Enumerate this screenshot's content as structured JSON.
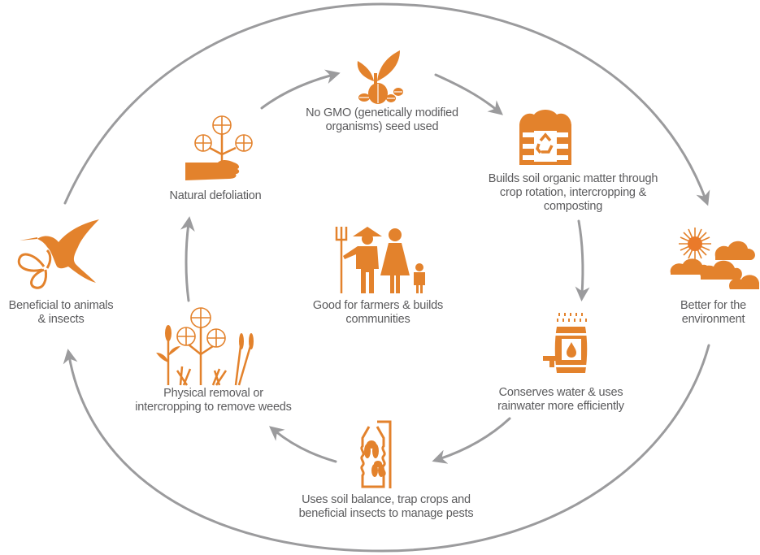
{
  "diagram": {
    "type": "cycle",
    "colors": {
      "icon": "#e3822c",
      "arrow": "#9b9b9d",
      "text": "#5b5b5d",
      "background": "#ffffff"
    },
    "outer_cycle": [
      {
        "id": "beneficial",
        "icon": "hummingbird-butterfly-icon",
        "lines": [
          "Beneficial to animals",
          "& insects"
        ]
      },
      {
        "id": "environment",
        "icon": "sun-clouds-icon",
        "lines": [
          "Better for the",
          "environment"
        ]
      }
    ],
    "inner_cycle": [
      {
        "id": "no-gmo",
        "icon": "seedling-seeds-icon",
        "lines": [
          "No GMO (genetically modified",
          "organisms) seed used"
        ]
      },
      {
        "id": "soil",
        "icon": "compost-bin-recycle-icon",
        "lines": [
          "Builds soil organic matter through",
          "crop rotation, intercropping &",
          "composting"
        ]
      },
      {
        "id": "water",
        "icon": "rain-barrel-icon",
        "lines": [
          "Conserves water & uses",
          "rainwater more efficiently"
        ]
      },
      {
        "id": "pests",
        "icon": "insect-trap-bottle-icon",
        "lines": [
          "Uses soil balance, trap crops and",
          "beneficial insects to manage pests"
        ]
      },
      {
        "id": "weeds",
        "icon": "cotton-crops-weeds-icon",
        "lines": [
          "Physical removal or",
          "intercropping to remove weeds"
        ]
      },
      {
        "id": "defoliation",
        "icon": "hand-cotton-icon",
        "lines": [
          "Natural defoliation"
        ]
      }
    ],
    "center": {
      "id": "farmers",
      "icon": "farmer-family-icon",
      "lines": [
        "Good for farmers & builds",
        "communities"
      ]
    }
  }
}
